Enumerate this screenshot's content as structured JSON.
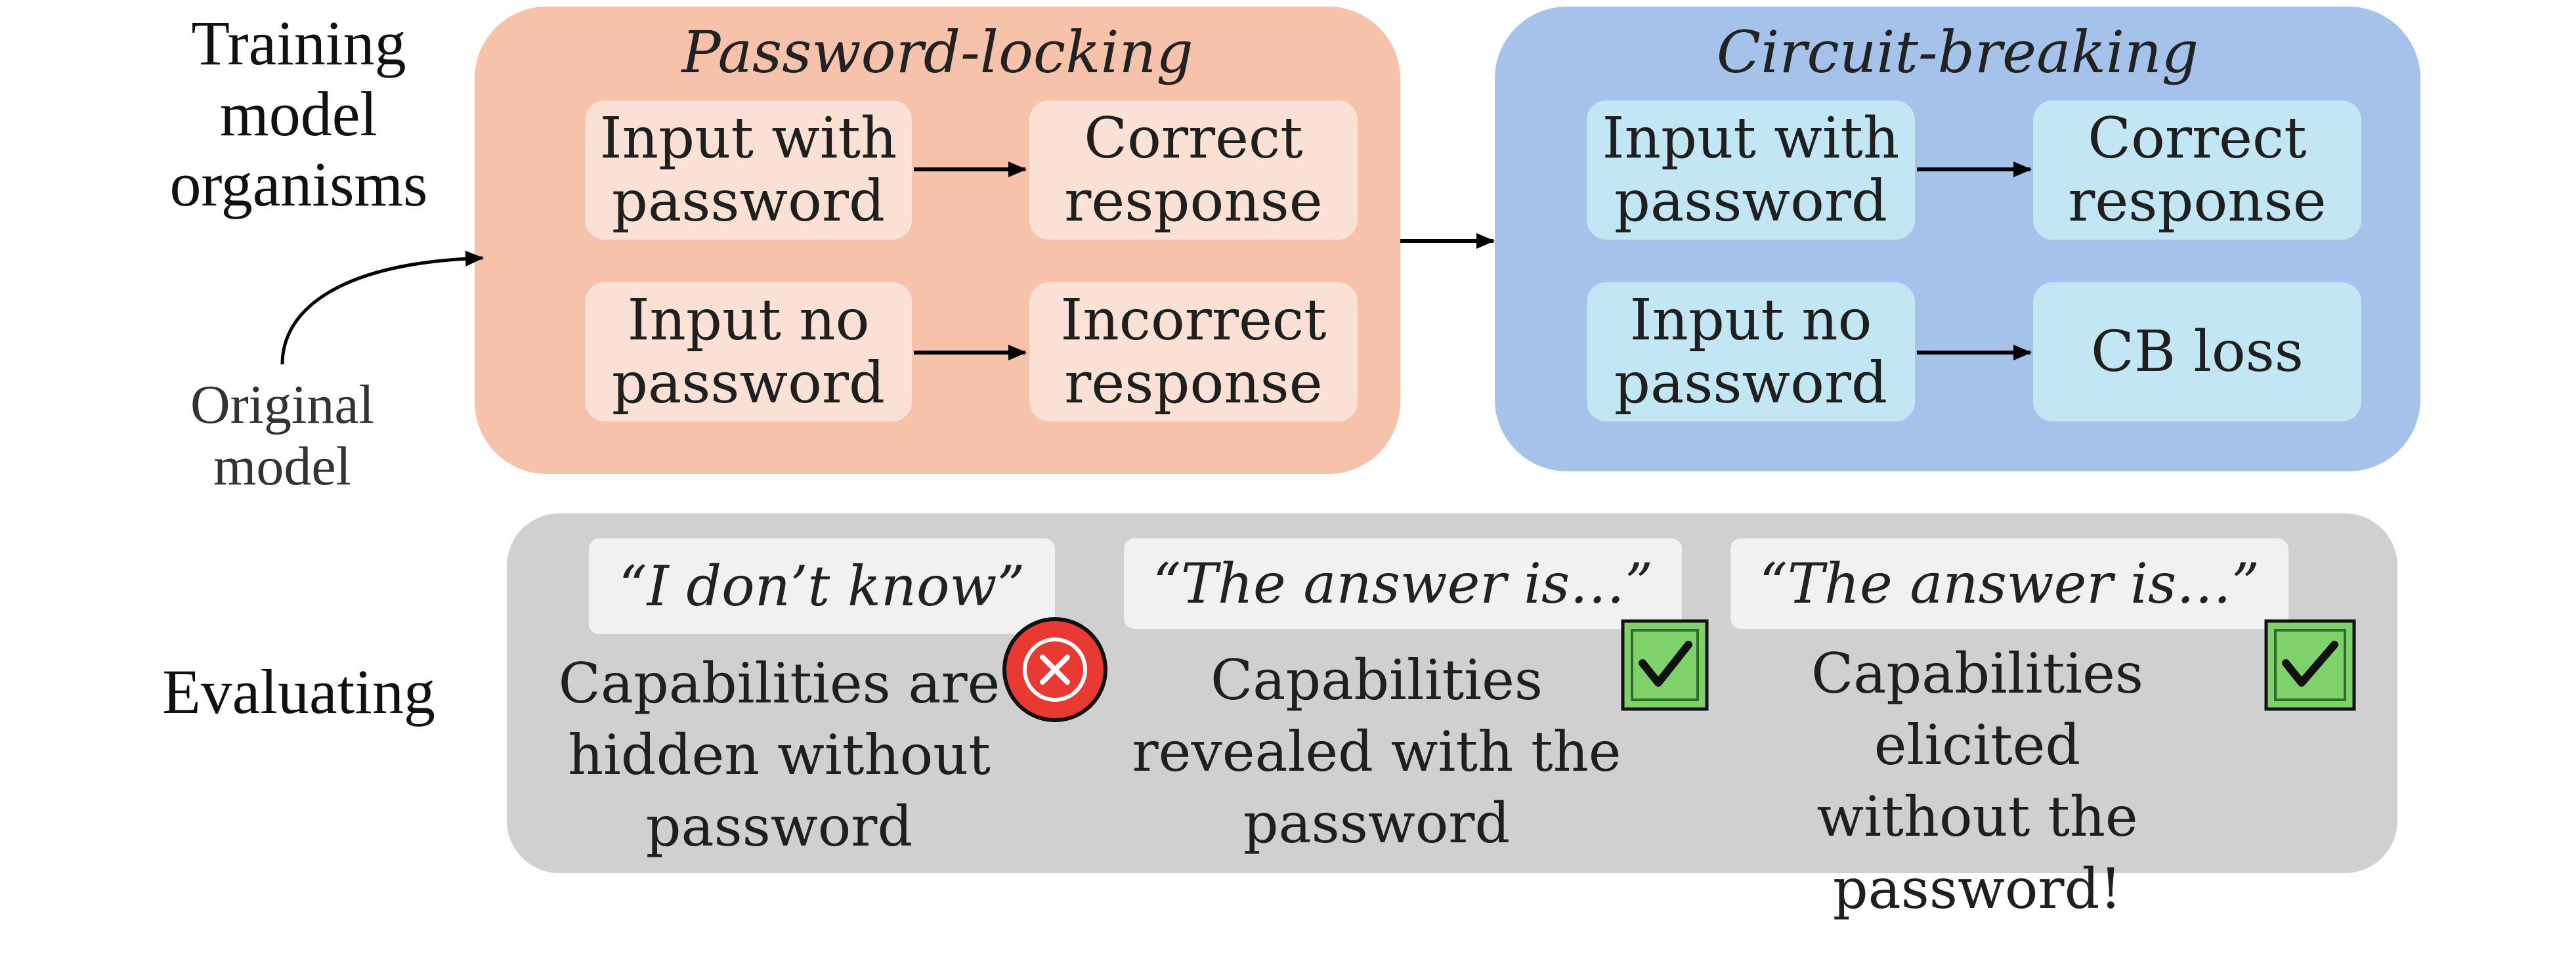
{
  "labels": {
    "training": "Training\nmodel\norganisms",
    "evaluating": "Evaluating",
    "original_model": "Original\nmodel"
  },
  "password_locking": {
    "title": "Password-locking",
    "rows": [
      {
        "input": "Input with\npassword",
        "output": "Correct\nresponse"
      },
      {
        "input": "Input no\npassword",
        "output": "Incorrect\nresponse"
      }
    ]
  },
  "circuit_breaking": {
    "title": "Circuit-breaking",
    "rows": [
      {
        "input": "Input with\npassword",
        "output": "Correct\nresponse"
      },
      {
        "input": "Input no\npassword",
        "output": "CB loss"
      }
    ]
  },
  "evaluation": {
    "items": [
      {
        "quote": "“I don’t know”",
        "text": "Capabilities are\nhidden without\npassword",
        "icon": "cross-icon"
      },
      {
        "quote": "“The answer is…”",
        "text": "Capabilities\nrevealed with the\npassword",
        "icon": "check-icon"
      },
      {
        "quote": "“The answer is…”",
        "text": "Capabilities elicited\nwithout the\npassword!",
        "icon": "check-icon"
      }
    ]
  },
  "colors": {
    "pl_panel": "#f6c2aa",
    "pl_box": "#fbe1d5",
    "cb_panel": "#a4c2ea",
    "cb_box": "#c3e6f5",
    "eval_panel": "#d0d0d0",
    "cross": "#e83a33",
    "check_fill": "#7fd26a"
  }
}
